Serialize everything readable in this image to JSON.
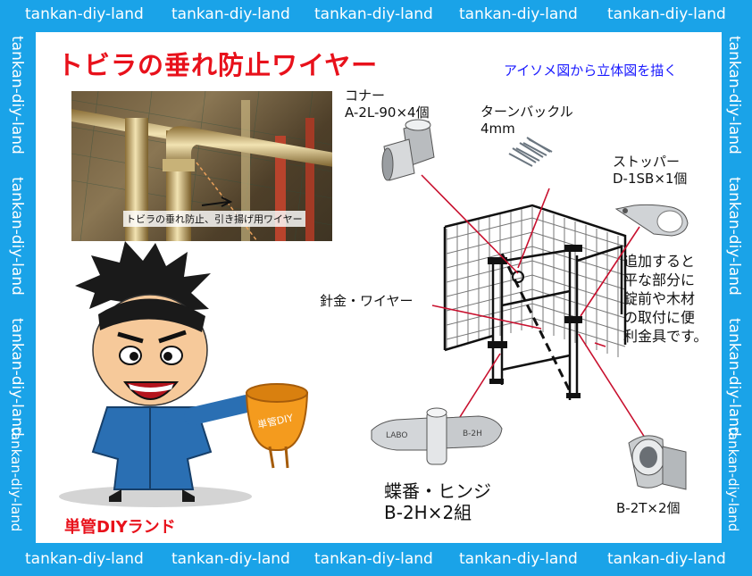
{
  "watermark": "tankan-diy-land",
  "title": "トビラの垂れ防止ワイヤー",
  "subtitle": "アイソメ図から立体図を描く",
  "photo_caption": "トビラの垂れ防止、引き揚げ用ワイヤー",
  "parts": {
    "corner": {
      "name": "コナー",
      "spec": "A-2L-90×4個"
    },
    "turnbuckle": {
      "name": "ターンバックル",
      "spec": "4mm"
    },
    "stopper": {
      "name": "ストッパー",
      "spec": "D-1SB×1個"
    },
    "wire": {
      "name": "針金・ワイヤー"
    },
    "hinge": {
      "name": "蝶番・ヒンジ",
      "spec": "B-2H×2組",
      "engraving_left": "LABO",
      "engraving_right": "B-2H"
    },
    "tee": {
      "spec": "B-2T×2個"
    }
  },
  "note_lines": [
    "追加すると",
    "平な部分に",
    "錠前や木材",
    "の取付に便",
    "利金具です。"
  ],
  "mascot_sign": "単管DIY",
  "brand": "単管DIYランド",
  "colors": {
    "frame": "#1aa3e8",
    "title": "#e8111b",
    "subtitle": "#1a1aff",
    "leader": "#c8102e"
  }
}
